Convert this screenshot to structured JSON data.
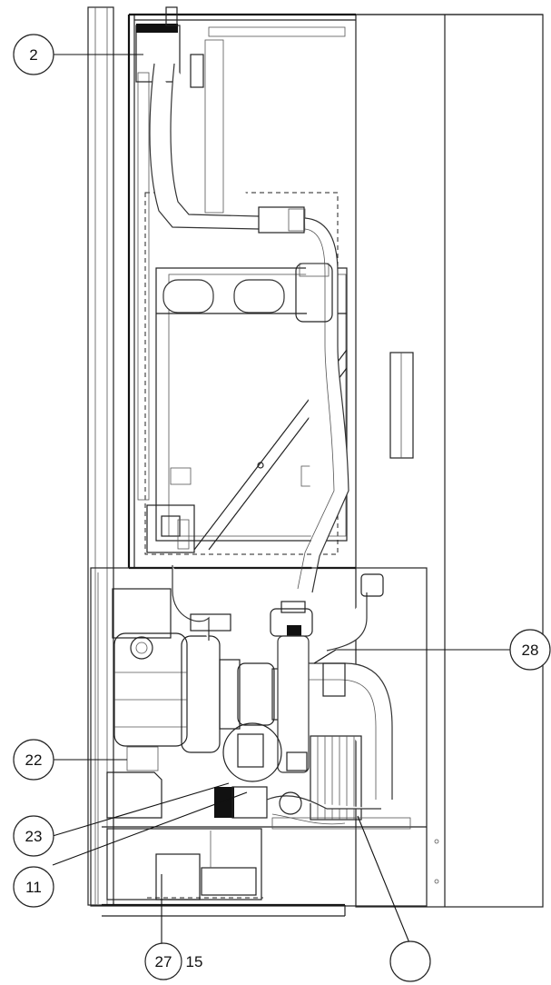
{
  "callouts": [
    {
      "label": "2"
    },
    {
      "label": "28"
    },
    {
      "label": "22"
    },
    {
      "label": "23"
    },
    {
      "label": "11"
    },
    {
      "label": "27"
    },
    {
      "label": "15"
    },
    {
      "label": ""
    }
  ],
  "colors": {
    "line": "#222222",
    "background": "#ffffff"
  }
}
